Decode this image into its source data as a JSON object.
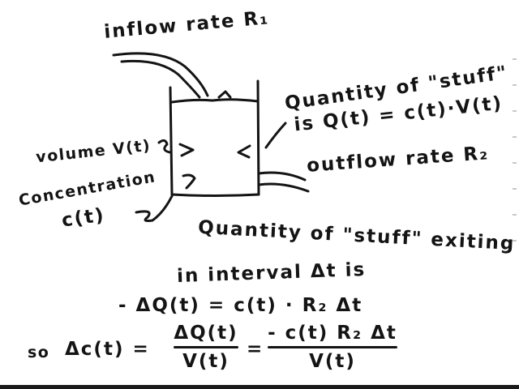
{
  "labels": {
    "inflow": "inflow rate R₁",
    "quantity_line1": "Quantity of \"stuff\"",
    "quantity_line2": "is Q(t) = c(t)·V(t)",
    "volume": "volume V(t)",
    "outflow": "outflow rate R₂",
    "concentration_line1": "Concentration",
    "concentration_line2": "c(t)"
  },
  "derivation": {
    "line1": "Quantity of \"stuff\" exiting",
    "line2": "in interval Δt is",
    "line3": "- ΔQ(t) = c(t) · R₂ Δt",
    "so": "so",
    "lhs": "Δc(t) =",
    "frac1_num": "ΔQ(t)",
    "frac1_den": "V(t)",
    "equals": "=",
    "frac2_num": "- c(t) R₂ Δt",
    "frac2_den": "V(t)"
  }
}
